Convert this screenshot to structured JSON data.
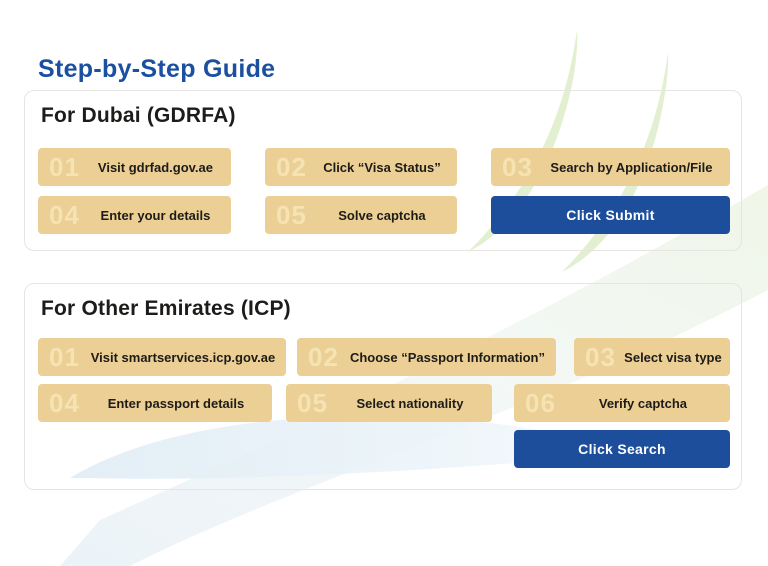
{
  "page": {
    "title": "Step-by-Step Guide"
  },
  "colors": {
    "title_blue": "#1b50a0",
    "button_blue": "#1d4e9b",
    "step_background": "#ebcf94",
    "step_number": "#f5e3b4",
    "text_dark": "#1d1c1a",
    "card_border": "#e6e5e0",
    "leaf_green": "#e2eecf",
    "swoosh_blue": "#e2edf6"
  },
  "sections": [
    {
      "heading": "For Dubai (GDRFA)",
      "steps": [
        {
          "number": "01",
          "label": "Visit gdrfad.gov.ae"
        },
        {
          "number": "02",
          "label": "Click “Visa Status”"
        },
        {
          "number": "03",
          "label": "Search by Application/File"
        },
        {
          "number": "04",
          "label": "Enter your details"
        },
        {
          "number": "05",
          "label": "Solve captcha"
        }
      ],
      "button_label": "Click Submit"
    },
    {
      "heading": "For Other Emirates (ICP)",
      "steps": [
        {
          "number": "01",
          "label": "Visit smartservices.icp.gov.ae"
        },
        {
          "number": "02",
          "label": "Choose “Passport Information”"
        },
        {
          "number": "03",
          "label": "Select visa type"
        },
        {
          "number": "04",
          "label": "Enter passport details"
        },
        {
          "number": "05",
          "label": "Select nationality"
        },
        {
          "number": "06",
          "label": "Verify captcha"
        }
      ],
      "button_label": "Click Search"
    }
  ]
}
